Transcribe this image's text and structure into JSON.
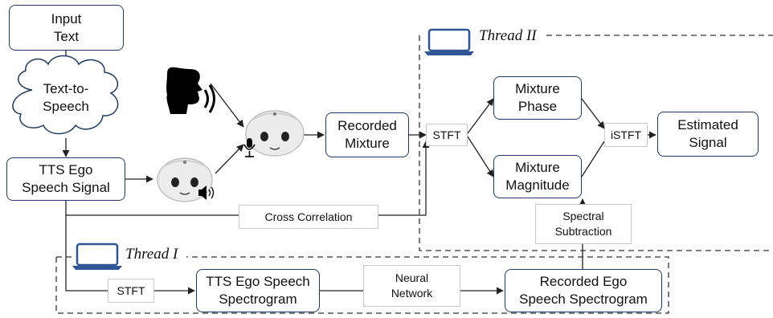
{
  "nodes": {
    "input_text": [
      "Input",
      "Text"
    ],
    "tts": [
      "Text-to-",
      "Speech"
    ],
    "tts_signal": [
      "TTS Ego",
      "Speech Signal"
    ],
    "recorded_mixture": [
      "Recorded",
      "Mixture"
    ],
    "stft_top": "STFT",
    "mixture_phase": [
      "Mixture",
      "Phase"
    ],
    "mixture_magnitude": [
      "Mixture",
      "Magnitude"
    ],
    "istft": "iSTFT",
    "estimated_signal": [
      "Estimated",
      "Signal"
    ],
    "cross_correlation": "Cross Correlation",
    "spectral_subtraction": [
      "Spectral",
      "Subtraction"
    ],
    "stft_bottom": "STFT",
    "tts_spectrogram": [
      "TTS Ego Speech",
      "Spectrogram"
    ],
    "neural_network": [
      "Neural",
      "Network"
    ],
    "recorded_spectrogram": [
      "Recorded Ego",
      "Speech Spectrogram"
    ]
  },
  "threads": {
    "thread_2": "Thread II",
    "thread_1": "Thread I"
  },
  "icons": {
    "speaker_head": "speaking-person-icon",
    "robot": "robot-head-icon",
    "laptop": "laptop-icon",
    "mic": "microphone-icon",
    "loudspeaker": "speaker-icon"
  },
  "colors": {
    "box_border": "#1f3a5f",
    "line": "#222222",
    "dashed": "#333333"
  }
}
